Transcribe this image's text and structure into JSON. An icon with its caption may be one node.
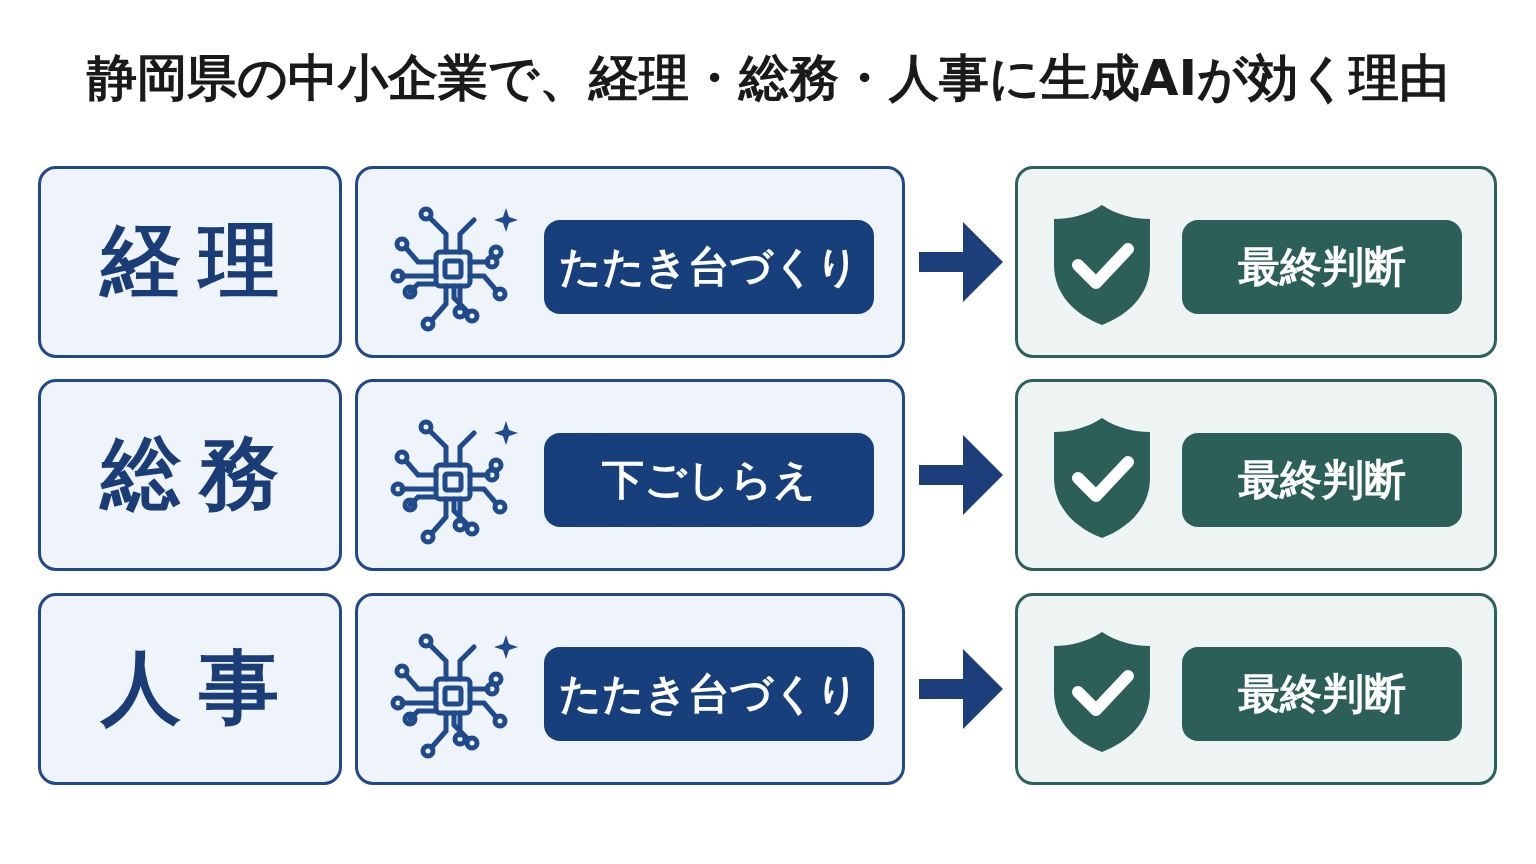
{
  "diagram": {
    "title": "静岡県の中小企業で、経理・総務・人事に生成AIが効く理由",
    "nodes": [
      {
        "text": [
          "経理"
        ]
      },
      {
        "text": [],
        "shape": "box"
      },
      {
        "text": [
          "たたき台づくり"
        ],
        "in": 1
      },
      {
        "text": [],
        "shape": "box"
      },
      {
        "text": [
          "最終判断"
        ],
        "in": 3
      },
      {
        "text": [
          "総務"
        ]
      },
      {
        "text": [],
        "shape": "box"
      },
      {
        "text": [
          "下ごしらえ"
        ],
        "in": 6
      },
      {
        "text": [],
        "shape": "box"
      },
      {
        "text": [
          "最終判断"
        ],
        "in": 8
      },
      {
        "text": [
          "人事"
        ]
      },
      {
        "text": [],
        "shape": "box"
      },
      {
        "text": [
          "たたき台づくり"
        ],
        "in": 11
      },
      {
        "text": [],
        "shape": "box"
      },
      {
        "text": [
          "最終判断"
        ],
        "in": 13
      }
    ],
    "edges": [
      {
        "from": 1,
        "to": 3,
        "arrow": "to"
      },
      {
        "from": 6,
        "to": 8,
        "arrow": "to"
      },
      {
        "from": 11,
        "to": 13,
        "arrow": "to"
      }
    ]
  }
}
